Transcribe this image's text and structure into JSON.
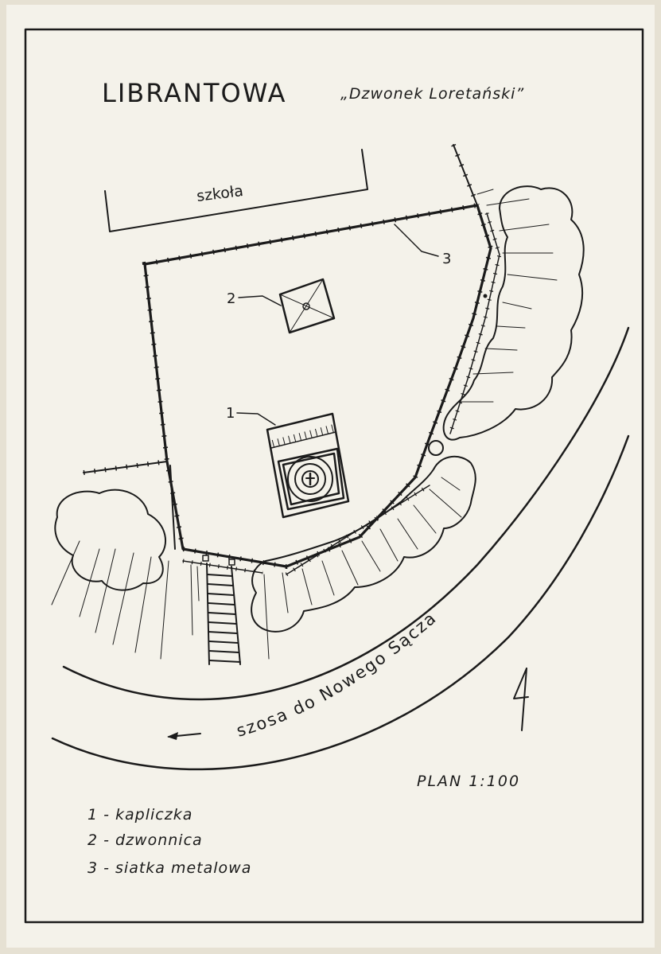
{
  "title": "LIBRANTOWA",
  "subtitle": "„Dzwonek Loretański”",
  "labels": {
    "school": "szkoła",
    "road": "szosa do Nowego Sącza",
    "scale": "PLAN 1:100",
    "marker_1": "1",
    "marker_2": "2",
    "marker_3": "3"
  },
  "legend": [
    "1 - kapliczka",
    "2 - dzwonnica",
    "3 - siatka metalowa"
  ],
  "colors": {
    "paper": "#f4f2ea",
    "ink": "#1b1b1b",
    "board": "#e6e1d3"
  }
}
